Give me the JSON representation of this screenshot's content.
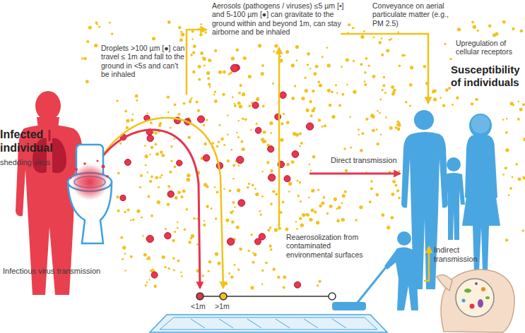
{
  "diagram": {
    "nodes": [
      {
        "text": [
          "Infected individual",
          "shedding virus"
        ]
      },
      {
        "text": [
          "Susceptibility of individuals"
        ]
      },
      {
        "text": [
          "Reaerosolization from contaminated environmental surfaces"
        ]
      },
      {
        "text": [
          "Indirect transmission"
        ]
      }
    ],
    "edges": [
      {
        "from": 2,
        "to": 1,
        "arrow": "to"
      }
    ],
    "labels": [
      "Aerosols (pathogens / viruses) ≤5 µm [•] and 5-100 µm [●] can gravitate to the ground within and beyond 1m, can stay airborne and be inhaled",
      "Conveyance on aerial particulate matter (e.g., PM 2.5)",
      "Upregulation of cellular receptors",
      "Droplets >100 µm [●] can travel ≤ 1m and fall to the ground in <5s and can't be inhaled",
      "Direct transmission",
      "Infectious virus transmission",
      "<1m",
      ">1m"
    ]
  }
}
